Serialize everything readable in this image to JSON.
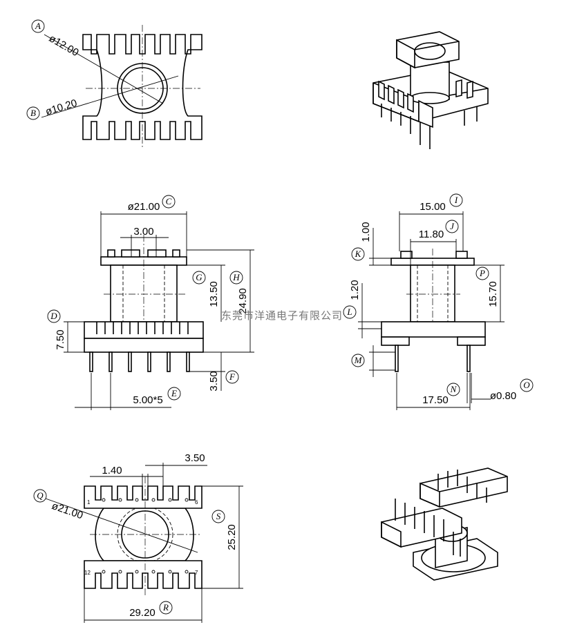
{
  "watermark": "东莞市洋通电子有限公司",
  "top_view": {
    "outer_dia": {
      "tag": "A",
      "value": "ø12.00"
    },
    "inner_dia": {
      "tag": "B",
      "value": "ø10.20"
    }
  },
  "front_view": {
    "flange_dia": {
      "tag": "C",
      "value": "ø21.00"
    },
    "slot_width": {
      "value": "3.00"
    },
    "base_height": {
      "tag": "D",
      "value": "7.50"
    },
    "pin_pitch": {
      "tag": "E",
      "value": "5.00*5"
    },
    "pin_length": {
      "tag": "F",
      "value": "3.50"
    },
    "winding_height": {
      "tag": "G",
      "value": "13.50"
    },
    "total_height": {
      "tag": "H",
      "value": "24.90"
    }
  },
  "side_view": {
    "top_width": {
      "tag": "I",
      "value": "15.00"
    },
    "inner_width": {
      "tag": "J",
      "value": "11.80"
    },
    "flange_thickness": {
      "tag": "K",
      "value": "1.00"
    },
    "base_thickness": {
      "tag": "L",
      "value": "1.20"
    },
    "pin_stub": {
      "tag": "M"
    },
    "pin_span": {
      "tag": "N",
      "value": "17.50"
    },
    "pin_dia": {
      "tag": "O",
      "value": "ø0.80"
    },
    "body_height": {
      "tag": "P",
      "value": "15.70"
    }
  },
  "bottom_view": {
    "pin_gap": {
      "value": "1.40"
    },
    "pin_spacing": {
      "value": "3.50"
    },
    "base_dia": {
      "tag": "Q",
      "value": "ø21.00"
    },
    "depth": {
      "tag": "S",
      "value": "25.20"
    },
    "width": {
      "tag": "R",
      "value": "29.20"
    },
    "pin_numbers": [
      "1",
      "6",
      "12",
      "7"
    ]
  }
}
